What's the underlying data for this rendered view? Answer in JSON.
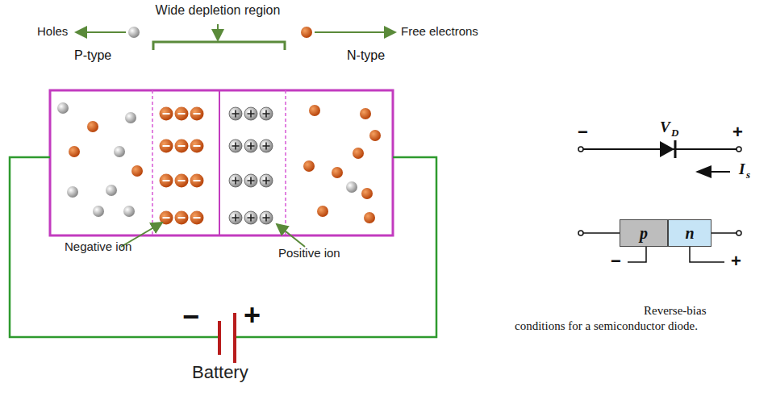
{
  "diagram": {
    "caption": "Reverse-bias conditions for a semiconductor diode.",
    "nodes": [
      {
        "text": [
          "p"
        ]
      },
      {
        "text": [
          "n"
        ]
      }
    ],
    "labels": [
      "Wide depletion region",
      "Holes",
      "Free electrons",
      "P-type",
      "N-type",
      "Negative ion",
      "Positive ion",
      "−",
      "+",
      "Battery",
      "V",
      "D",
      "I",
      "s",
      "−",
      "+",
      "−",
      "+"
    ]
  }
}
